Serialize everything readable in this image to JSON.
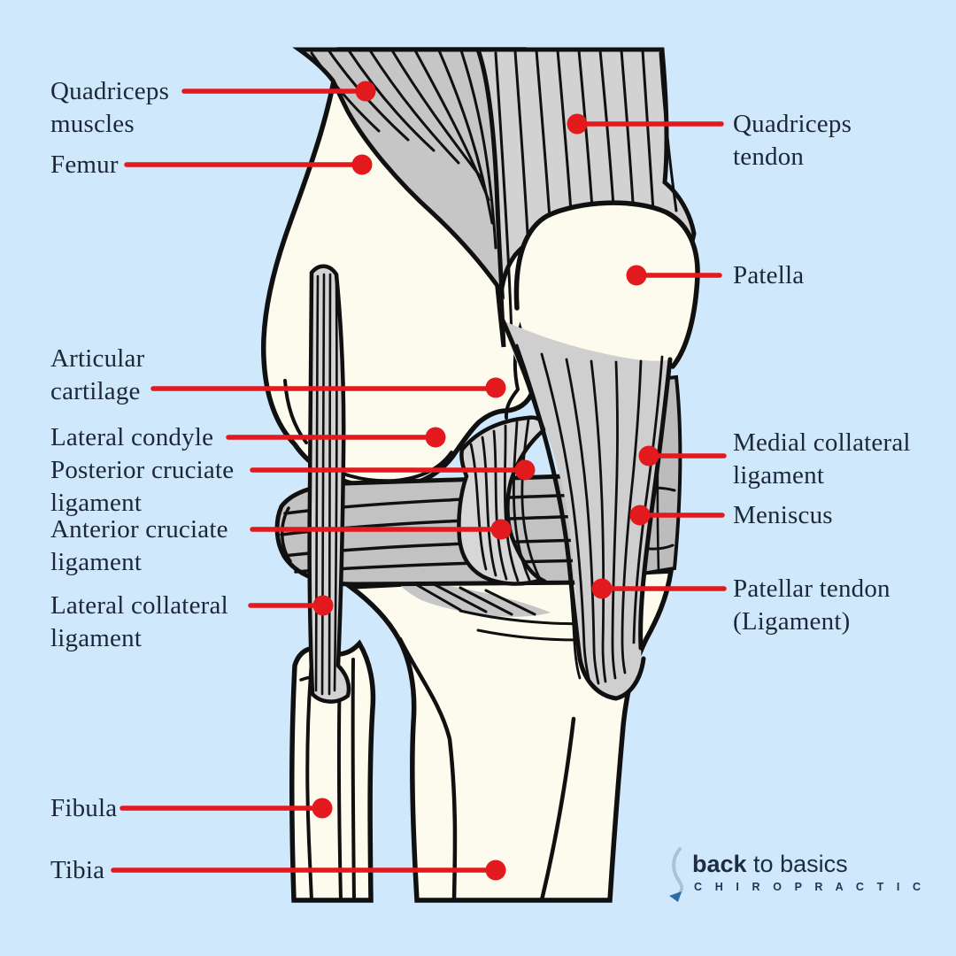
{
  "title": "Knee joint anatomy diagram",
  "colors": {
    "background": "#cfe8fc",
    "bone": "#fdfbee",
    "tissue_gray": "#c9c9c9",
    "outline": "#101010",
    "leader_red": "#e2191d",
    "label_text": "#1c2737",
    "logo_navy": "#1d2b45",
    "logo_arrow_blue": "#2e6da3"
  },
  "labels": {
    "left": [
      {
        "text": "Quadriceps muscles"
      },
      {
        "text": "Femur"
      },
      {
        "text": "Articular cartilage"
      },
      {
        "text": "Lateral condyle"
      },
      {
        "text": "Posterior cruciate ligament"
      },
      {
        "text": "Anterior cruciate ligament"
      },
      {
        "text": "Lateral collateral ligament"
      },
      {
        "text": "Fibula"
      },
      {
        "text": "Tibia"
      }
    ],
    "right": [
      {
        "text": "Quadriceps tendon"
      },
      {
        "text": "Patella"
      },
      {
        "text": "Medial collateral ligament"
      },
      {
        "text": "Meniscus"
      },
      {
        "text": "Patellar tendon (Ligament)"
      }
    ]
  },
  "logo": {
    "brand_bold": "back",
    "brand_rest": " to basics",
    "subtitle": "C H I R O P R A C T I C"
  }
}
